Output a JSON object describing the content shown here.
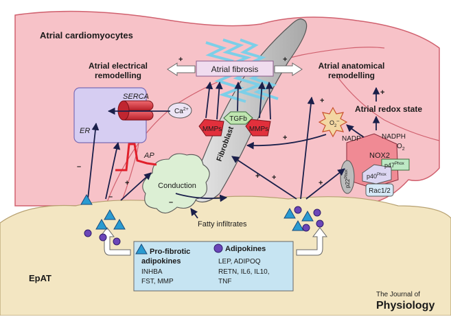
{
  "labels": {
    "atrial_cardiomyocytes": "Atrial cardiomyocytes",
    "electrical_remodelling_1": "Atrial electrical",
    "electrical_remodelling_2": "remodelling",
    "atrial_fibrosis": "Atrial fibrosis",
    "anatomical_remodelling_1": "Atrial anatomical",
    "anatomical_remodelling_2": "remodelling",
    "redox_state": "Atrial redox state",
    "serca": "SERCA",
    "er": "ER",
    "ca": "Ca",
    "ca_sup": "2+",
    "ap": "AP",
    "tgfb": "TGFb",
    "mmps_left": "MMPs",
    "mmps_right": "MMPs",
    "fibroblast": "Fibroblast",
    "conduction": "Conduction",
    "fatty_infiltrates": "Fatty infiltrates",
    "o2_radical": "O",
    "o2_radical_sub": "2",
    "o2_radical_sup": "–",
    "nadp": "NADP",
    "nadp_sup": "+",
    "nadph": "NADPH",
    "o2": "O",
    "o2_sub": "2",
    "nox2": "NOX2",
    "p47": "p47",
    "p47_sup": "Phox",
    "p40": "p40",
    "p40_sup": "Phox",
    "p22": "p22",
    "p22_sup": "Phox",
    "rac": "Rac1/2",
    "epat": "EpAT",
    "journal_1": "The Journal of",
    "journal_2": "Physiology"
  },
  "signs": {
    "plus": "+",
    "minus": "–"
  },
  "legend": {
    "profibrotic_title_1": "Pro-fibrotic",
    "profibrotic_title_2": "adipokines",
    "profibrotic_items_1": "INHBA",
    "profibrotic_items_2": "FST, MMP",
    "adipokines_title": "Adipokines",
    "adipokines_items_1": "LEP, ADIPOQ",
    "adipokines_items_2": "RETN, IL6, IL10,",
    "adipokines_items_3": "TNF"
  },
  "colors": {
    "cardiomyocyte": "#f7c2c8",
    "cardiomyocyte_stroke": "#d0606e",
    "epat": "#f3e6c2",
    "fibroblast": "#c8c8c8",
    "fibrosis_lines": "#7ccfe8",
    "serca": "#d9303a",
    "mmp": "#e2303c",
    "tgfb": "#bfe6b0",
    "er": "#d6cdf2",
    "legend_box": "#c6e4f2",
    "triangle": "#2a9bd1",
    "circle": "#6b46b8",
    "nox": "#f08a94",
    "p47": "#bde8c4",
    "p40": "#dcd6f2",
    "p22": "#bcbcbc",
    "rac": "#d6e9f7",
    "ap_trace": "#e1202b"
  }
}
